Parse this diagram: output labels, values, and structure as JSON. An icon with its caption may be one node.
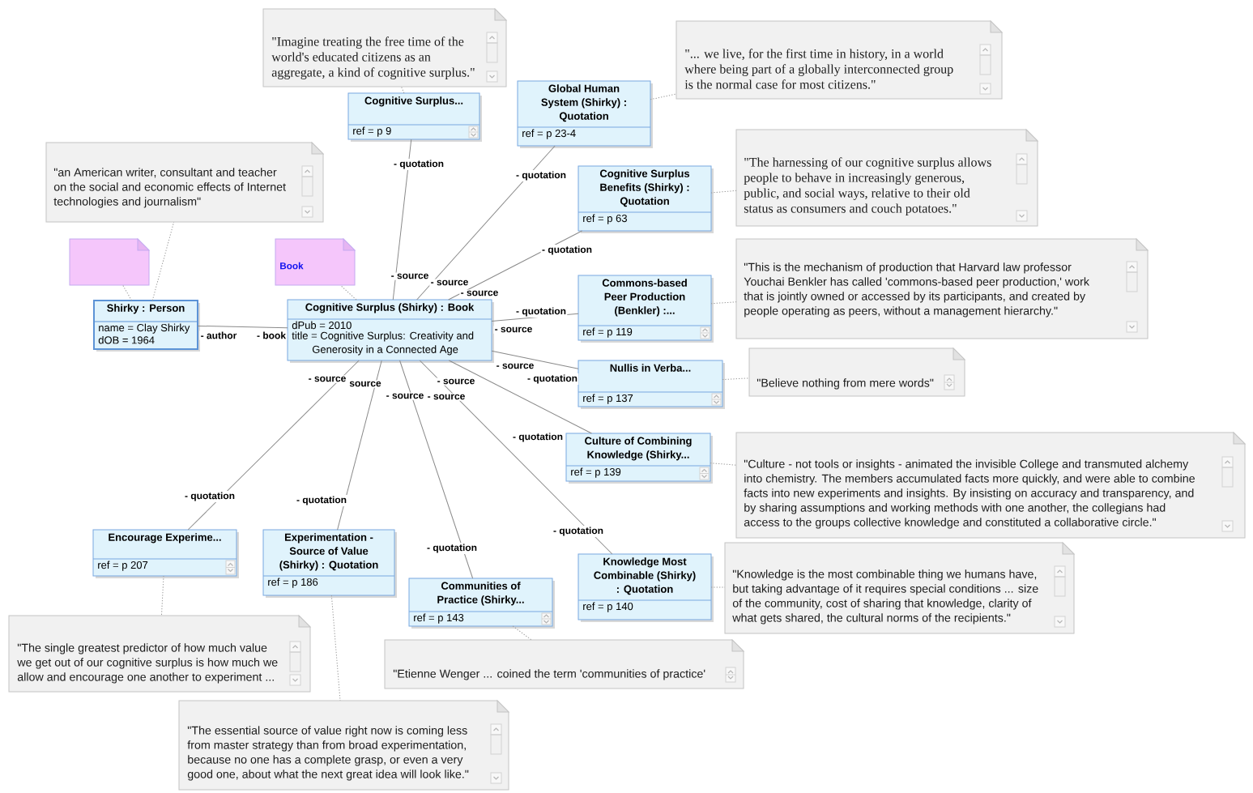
{
  "diagram": {
    "nodes": [
      {
        "text": [
          "\"Imagine treating the free time of the world's educated citizens as an aggregate, a kind of cognitive surplus.\""
        ]
      },
      {
        "text": [
          "\"... we live, for the first time in history, in a world where being part of a globally interconnected group is the normal case for most citizens.\""
        ]
      },
      {
        "text": [
          "Global Human System (Shirky) : Quotation",
          "ref = p 23-4"
        ]
      },
      {
        "text": [
          "Cognitive Surplus...",
          "ref = p 9"
        ]
      },
      {
        "text": [
          "\"an American writer, consultant and teacher on the social and economic effects of Internet technologies and journalism\""
        ]
      },
      {
        "text": [
          "\"The harnessing of our cognitive surplus allows people to behave in increasingly generous, public, and social ways, relative to their old status as consumers and couch potatoes.\""
        ]
      },
      {
        "text": [
          "Cognitive Surplus Benefits (Shirky) : Quotation",
          "ref = p 63"
        ]
      },
      {
        "text": [],
        "shape": "note"
      },
      {
        "text": [
          "Book"
        ]
      },
      {
        "text": [
          "\"This is the mechanism of production that Harvard law professor Youchai Benkler has called 'commons-based peer production,' work that is jointly owned or accessed by its participants, and created by people operating as peers, without a management hierarchy.\""
        ]
      },
      {
        "text": [
          "Commons-based Peer Production (Benkler) :...",
          "ref = p 119"
        ]
      },
      {
        "text": [
          "Shirky : Person",
          "name = Clay Shirky",
          "dOB = 1964"
        ]
      },
      {
        "text": [
          "Cognitive Surplus (Shirky) : Book",
          "dPub = 2010",
          "title = Cognitive Surplus: Creativity and Generosity in a Connected Age"
        ]
      },
      {
        "text": [
          "Nullis in Verba...",
          "ref = p 137"
        ]
      },
      {
        "text": [
          "\"Believe nothing from mere words\""
        ]
      },
      {
        "text": [
          "Culture of Combining Knowledge (Shirky...",
          "ref = p 139"
        ]
      },
      {
        "text": [
          "\"Culture - not tools or insights - animated the invisible College and transmuted alchemy into chemistry. The members accumulated facts more quickly, and were able to combine facts into new experiments and insights. By insisting on accuracy and transparency, and by sharing assumptions and working methods with one another, the collegians had access to the groups collective knowledge and constituted a collaborative circle.\""
        ]
      },
      {
        "text": [
          "Encourage Experime...",
          "ref = p 207"
        ]
      },
      {
        "text": [
          "Experimentation - Source of Value (Shirky) : Quotation",
          "ref = p 186"
        ]
      },
      {
        "text": [
          "Knowledge Most Combinable (Shirky) : Quotation",
          "ref = p 140"
        ]
      },
      {
        "text": [
          "\"Knowledge is the most combinable thing we humans have, but taking advantage of it requires special conditions ... size of the community, cost of sharing that knowledge, clarity of what gets shared, the cultural norms of the recipients.\""
        ]
      },
      {
        "text": [
          "Communities of Practice (Shirky...",
          "ref = p 143"
        ]
      },
      {
        "text": [
          "\"The single greatest predictor of how much value we get out of our cognitive surplus is how much we allow and encourage one another to experiment ..."
        ]
      },
      {
        "text": [
          "\"Etienne Wenger ... coined the term 'communities of practice'"
        ]
      },
      {
        "text": [
          "\"The essential source of value right now is coming less from master strategy than from broad experimentation, because no one has a complete grasp, or even a very good one, about what the next great idea will look like.\""
        ]
      }
    ],
    "edges": [
      {
        "from": 11,
        "to": 12,
        "arrow": "none",
        "label": "- author"
      },
      {
        "from": 12,
        "to": 3,
        "arrow": "none",
        "label": "- quotation"
      },
      {
        "from": 12,
        "to": 2,
        "arrow": "none",
        "label": "- quotation"
      },
      {
        "from": 12,
        "to": 6,
        "arrow": "none",
        "label": "- quotation"
      },
      {
        "from": 12,
        "to": 10,
        "arrow": "none",
        "label": "- quotation"
      },
      {
        "from": 12,
        "to": 13,
        "arrow": "none",
        "label": "- quotation"
      },
      {
        "from": 12,
        "to": 15,
        "arrow": "none",
        "label": "- quotation"
      },
      {
        "from": 12,
        "to": 19,
        "arrow": "none",
        "label": "- quotation"
      },
      {
        "from": 12,
        "to": 21,
        "arrow": "none",
        "label": "- quotation"
      },
      {
        "from": 12,
        "to": 18,
        "arrow": "none",
        "label": "- quotation"
      },
      {
        "from": 12,
        "to": 17,
        "arrow": "none",
        "label": "- quotation"
      },
      {
        "from": 3,
        "to": 0,
        "arrow": "none",
        "style": "dashed"
      },
      {
        "from": 2,
        "to": 1,
        "arrow": "none",
        "style": "dashed"
      },
      {
        "from": 6,
        "to": 5,
        "arrow": "none",
        "style": "dashed"
      },
      {
        "from": 11,
        "to": 4,
        "arrow": "none",
        "style": "dashed"
      },
      {
        "from": 11,
        "to": 7,
        "arrow": "none",
        "style": "dashed"
      },
      {
        "from": 12,
        "to": 8,
        "arrow": "none",
        "style": "dashed"
      },
      {
        "from": 10,
        "to": 9,
        "arrow": "none",
        "style": "dashed"
      },
      {
        "from": 13,
        "to": 14,
        "arrow": "none",
        "style": "dashed"
      },
      {
        "from": 15,
        "to": 16,
        "arrow": "none",
        "style": "dashed"
      },
      {
        "from": 19,
        "to": 20,
        "arrow": "none",
        "style": "dashed"
      },
      {
        "from": 21,
        "to": 23,
        "arrow": "none",
        "style": "dashed"
      },
      {
        "from": 17,
        "to": 22,
        "arrow": "none",
        "style": "dashed"
      },
      {
        "from": 18,
        "to": 24,
        "arrow": "none",
        "style": "dashed"
      }
    ],
    "labels": [
      "- book",
      "- source",
      "- source",
      "- source",
      "- source",
      "- source",
      "- source",
      "source",
      "- source",
      "- source",
      "- source"
    ]
  }
}
